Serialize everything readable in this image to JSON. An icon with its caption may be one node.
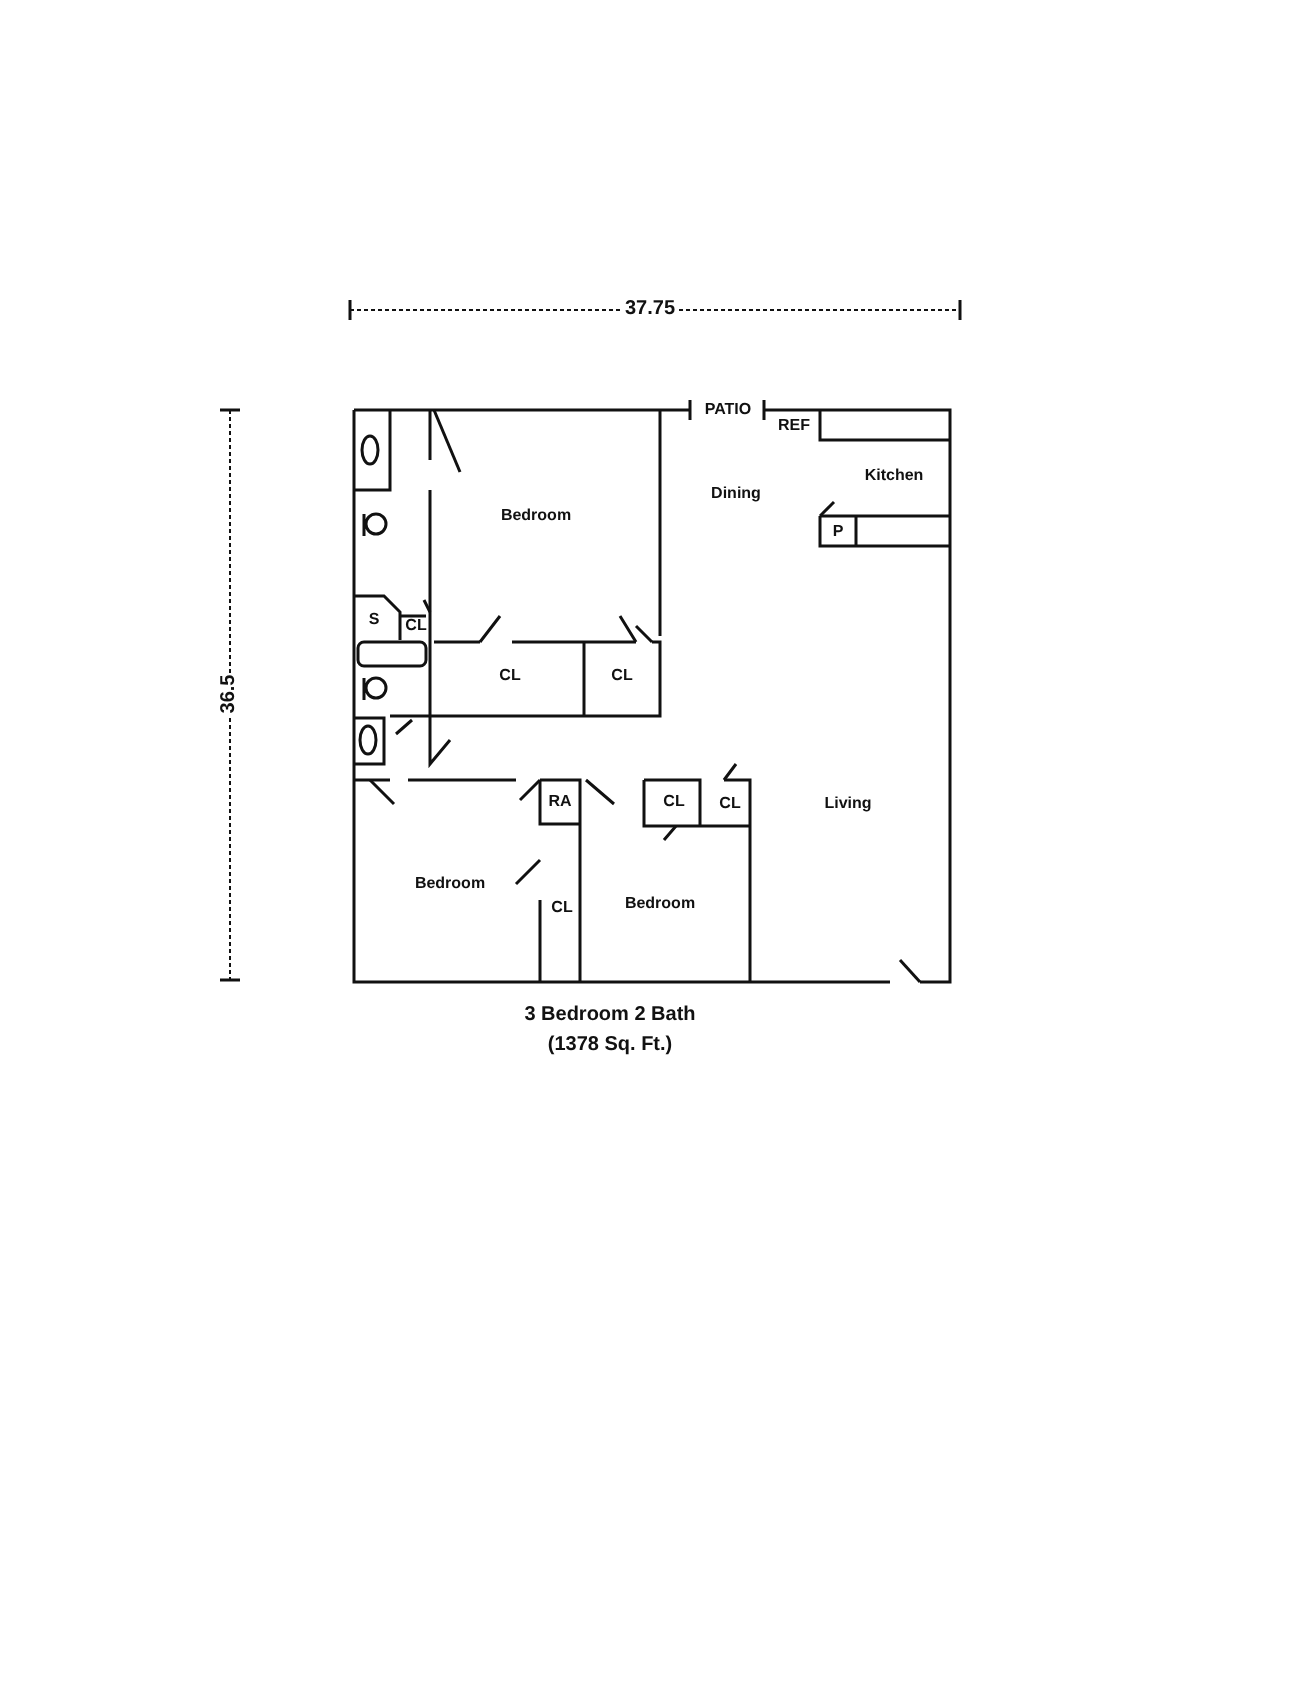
{
  "diagram": {
    "caption": "3 Bedroom 2 Bath (1378 Sq. Ft.)",
    "labels": [
      "37.75",
      "36.5",
      "PATIO",
      "REF",
      "Kitchen",
      "Dining",
      "Bedroom",
      "P",
      "S",
      "CL",
      "CL",
      "CL",
      "RA",
      "CL",
      "CL",
      "Living",
      "Bedroom",
      "CL",
      "Bedroom"
    ]
  }
}
